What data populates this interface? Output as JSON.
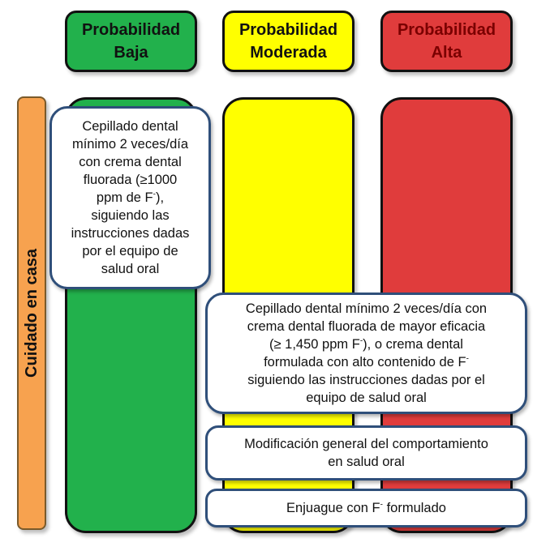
{
  "colors": {
    "low": "#22b14c",
    "moderate": "#ffff00",
    "high": "#e03c3c",
    "side": "#f7a24f",
    "box_border": "#2f4f7a"
  },
  "headers": {
    "low": {
      "line1": "Probabilidad",
      "line2": "Baja"
    },
    "moderate": {
      "line1": "Probabilidad",
      "line2": "Moderada"
    },
    "high": {
      "line1": "Probabilidad",
      "line2": "Alta"
    }
  },
  "side_label": "Cuidado en casa",
  "box_low": {
    "lines": [
      "Cepillado dental",
      "mínimo 2 veces/día",
      "con crema dental",
      "fluorada (≥1000"
    ],
    "line5_pre": "ppm de F",
    "line5_sup": "-",
    "line5_post": "),",
    "lines_after": [
      "siguiendo las",
      "instrucciones dadas",
      "por el equipo de",
      "salud oral"
    ]
  },
  "box_moderate": {
    "line1": "Cepillado dental mínimo 2 veces/día con",
    "line2": "crema dental fluorada de mayor eficacia",
    "line3_pre": "(≥ 1,450 ppm F",
    "line3_sup": "-",
    "line3_post": "), o crema dental",
    "line4_pre": "formulada con alto contenido de F",
    "line4_sup": "-",
    "line5": "siguiendo las instrucciones dadas por el",
    "line6": "equipo de salud oral"
  },
  "box_behavior": {
    "line1": "Modificación general del comportamiento",
    "line2": "en salud oral"
  },
  "box_rinse": {
    "pre": "Enjuague con F",
    "sup": "-",
    "post": " formulado"
  }
}
